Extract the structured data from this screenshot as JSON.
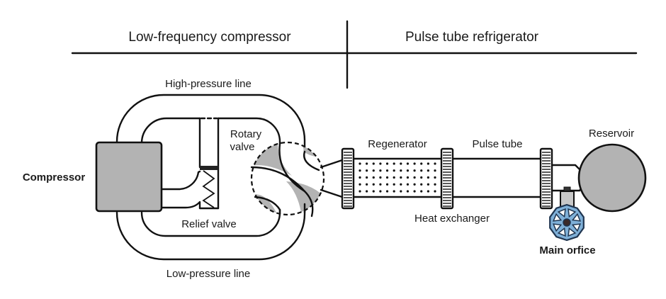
{
  "headers": {
    "left": "Low-frequency compressor",
    "right": "Pulse tube refrigerator"
  },
  "labels": {
    "high_pressure_line": "High-pressure line",
    "low_pressure_line": "Low-pressure line",
    "compressor": "Compressor",
    "rotary_valve_line1": "Rotary",
    "rotary_valve_line2": "valve",
    "relief_valve": "Relief valve",
    "regenerator": "Regenerator",
    "heat_exchanger": "Heat exchanger",
    "pulse_tube": "Pulse tube",
    "reservoir": "Reservoir",
    "main_orifice": "Main orfice"
  },
  "colors": {
    "component_fill": "#b3b3b3",
    "valve_wheel_fill": "#7fb0d8",
    "valve_wheel_stroke": "#1f3550",
    "line": "#111111"
  },
  "regenerator_matrix": {
    "columns": 12,
    "rows": 5
  }
}
